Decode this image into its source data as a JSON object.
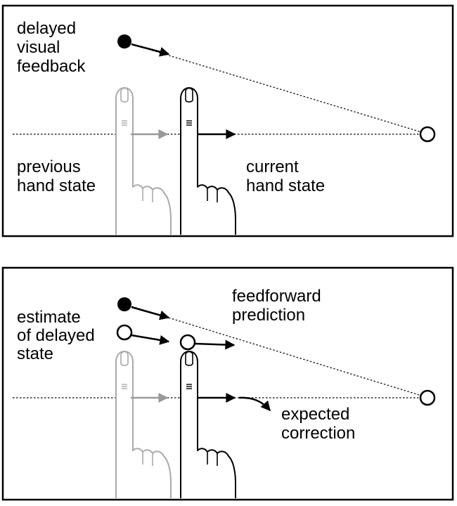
{
  "top_panel": {
    "delayed_feedback_label": [
      "delayed",
      "visual",
      "feedback"
    ],
    "previous_hand_label": [
      "previous",
      "hand state"
    ],
    "current_hand_label": [
      "current",
      "hand state"
    ]
  },
  "bottom_panel": {
    "estimate_label": [
      "estimate",
      "of delayed",
      "state"
    ],
    "feedforward_label": [
      "feedforward",
      "prediction"
    ],
    "correction_label": [
      "expected",
      "correction"
    ]
  },
  "colors": {
    "ink": "#000000",
    "faded_hand": "#aaaaaa",
    "faded_arrow": "#999999"
  }
}
